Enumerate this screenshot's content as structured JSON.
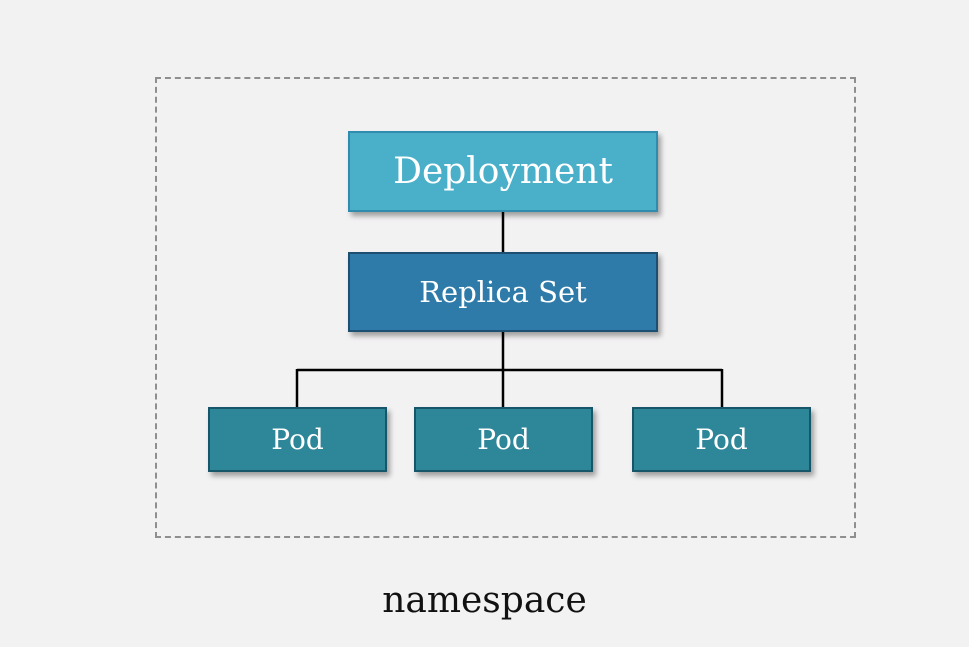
{
  "colors": {
    "background": "#f3f2f3",
    "deployment_fill": "#4aafc9",
    "replicaset_fill": "#2e7aa8",
    "pod_fill": "#2e8699",
    "connector": "#000000",
    "namespace_border": "#8f8f8f"
  },
  "diagram": {
    "deployment": {
      "label": "Deployment"
    },
    "replicaset": {
      "label": "Replica Set"
    },
    "pods": [
      {
        "label": "Pod"
      },
      {
        "label": "Pod"
      },
      {
        "label": "Pod"
      }
    ],
    "namespace": {
      "label": "namespace"
    }
  }
}
